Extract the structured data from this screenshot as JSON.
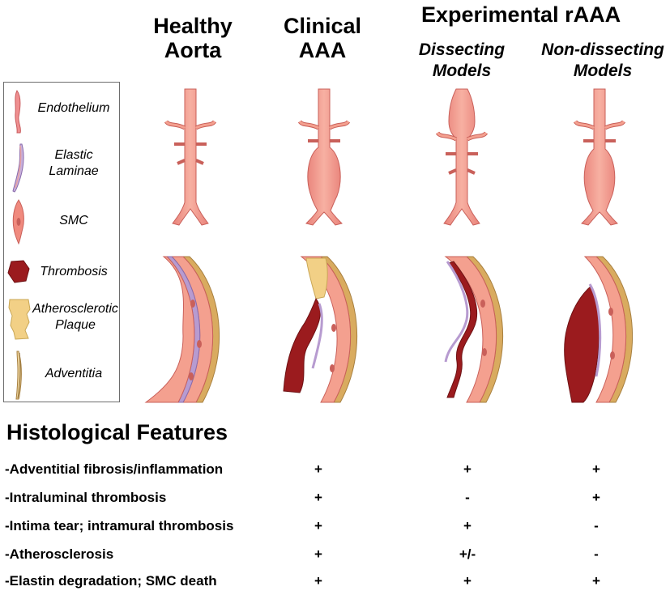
{
  "headers": {
    "healthy": [
      "Healthy",
      "Aorta"
    ],
    "clinical": [
      "Clinical",
      "AAA"
    ],
    "experimental": "Experimental rAAA",
    "dissecting": [
      "Dissecting",
      "Models"
    ],
    "non_dissecting": [
      "Non-dissecting",
      "Models"
    ]
  },
  "legend": [
    {
      "id": "endothelium",
      "lines": [
        "Endothelium"
      ],
      "icon": "endothelium-icon",
      "color": "#ef8f90"
    },
    {
      "id": "elastic",
      "lines": [
        "Elastic",
        "Laminae"
      ],
      "icon": "elastic-laminae-icon",
      "color": "#b79bd0"
    },
    {
      "id": "smc",
      "lines": [
        "SMC"
      ],
      "icon": "smc-icon",
      "color": "#f08a7e"
    },
    {
      "id": "thrombosis",
      "lines": [
        "Thrombosis"
      ],
      "icon": "thrombosis-icon",
      "color": "#9b1b1e"
    },
    {
      "id": "plaque",
      "lines": [
        "Atherosclerotic",
        "Plaque"
      ],
      "icon": "plaque-icon",
      "color": "#f2d086"
    },
    {
      "id": "adventitia",
      "lines": [
        "Adventitia"
      ],
      "icon": "adventitia-icon",
      "color": "#e0b86d"
    }
  ],
  "features": {
    "title": "Histological Features",
    "rows": [
      {
        "label": "-Adventitial fibrosis/inflammation",
        "clinical": "+",
        "dissecting": "+",
        "non_dissecting": "+"
      },
      {
        "label": "-Intraluminal thrombosis",
        "clinical": "+",
        "dissecting": "-",
        "non_dissecting": "+"
      },
      {
        "label": "-Intima tear; intramural thrombosis",
        "clinical": "+",
        "dissecting": "+",
        "non_dissecting": "-"
      },
      {
        "label": "-Atherosclerosis",
        "clinical": "+",
        "dissecting": "+/-",
        "non_dissecting": "-"
      },
      {
        "label": "-Elastin degradation; SMC death",
        "clinical": "+",
        "dissecting": "+",
        "non_dissecting": "+"
      }
    ]
  },
  "colors": {
    "vessel": "#f4a08f",
    "vessel_outline": "#c9605a",
    "lumen": "#f7b6a6",
    "thrombus": "#9b1b1e",
    "plaque": "#f2d086",
    "adventitia": "#d9ab5f",
    "elastin": "#b79bd0",
    "smc": "#f08a7e"
  }
}
